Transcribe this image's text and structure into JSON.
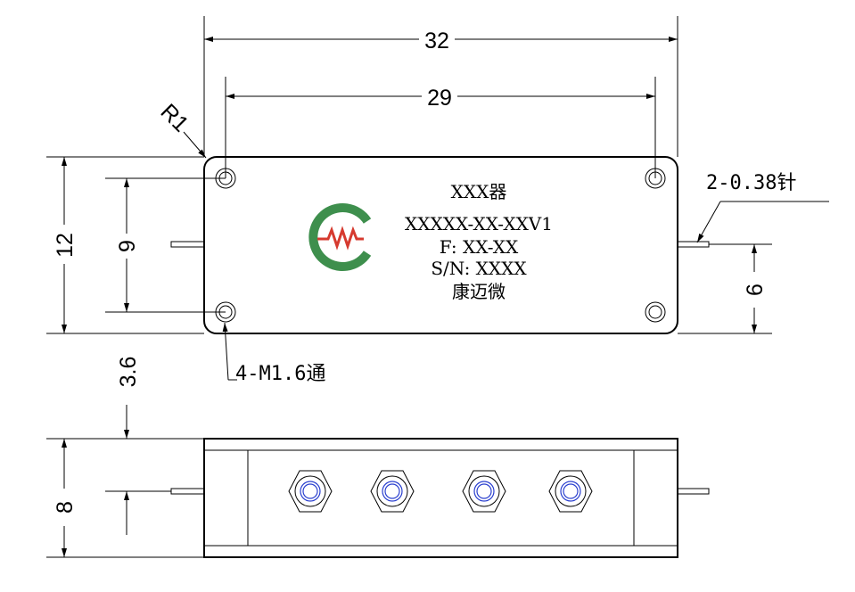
{
  "dimensions": {
    "overall_width": "32",
    "hole_spacing_x": "29",
    "corner_radius": "R1",
    "overall_height": "12",
    "hole_spacing_y": "9",
    "pin_offset": "6",
    "side_offset": "3.6",
    "side_height": "8"
  },
  "callouts": {
    "pins": "2-0.38针",
    "holes": "4-M1.6通"
  },
  "label": {
    "line1": "XXX器",
    "line2": "XXXXX-XX-XXV1",
    "line3": "F: XX-XX",
    "line4": "S/N: XXXX",
    "line5": "康迈微"
  },
  "colors": {
    "logo_green": "#3e8f4d",
    "logo_red": "#d63a2f",
    "connector_blue": "#2a3fcf",
    "line": "#000000"
  }
}
